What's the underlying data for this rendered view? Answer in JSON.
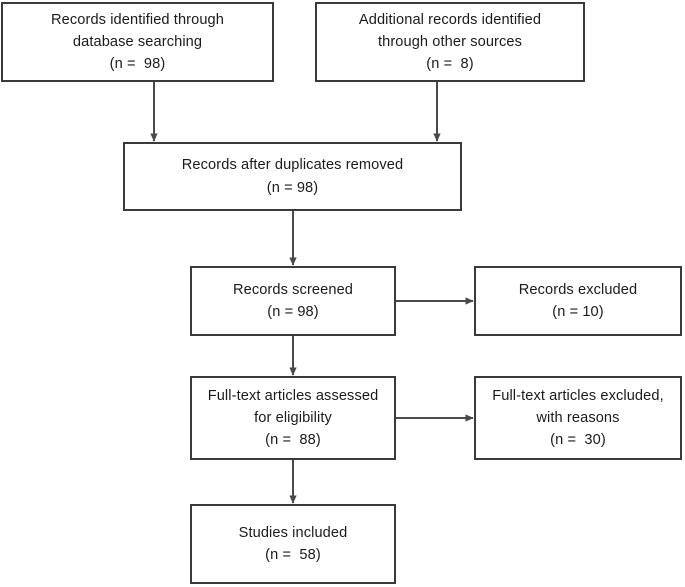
{
  "diagram": {
    "type": "prisma-flow-diagram",
    "title": "",
    "colors": {
      "box_border": "#3a3a3a",
      "box_fill": "#ffffff",
      "connector": "#4a4a4a",
      "text": "#1b1b1b",
      "background": "#ffffff"
    },
    "nodes": [
      {
        "id": "db-search",
        "name": "records-identified-database-searching-box",
        "lines": [
          "Records identified through",
          "database searching",
          "(n =  98)"
        ],
        "count": 98
      },
      {
        "id": "other-sources",
        "name": "additional-records-other-sources-box",
        "lines": [
          "Additional records identified",
          "through other sources",
          "(n =  8)"
        ],
        "count": 8
      },
      {
        "id": "dedup",
        "name": "records-after-duplicates-removed-box",
        "lines": [
          "Records after duplicates removed",
          "(n = 98)"
        ],
        "count": 98
      },
      {
        "id": "screened",
        "name": "records-screened-box",
        "lines": [
          "Records screened",
          "(n = 98)"
        ],
        "count": 98
      },
      {
        "id": "rec-excluded",
        "name": "records-excluded-box",
        "lines": [
          "Records excluded",
          "(n = 10)"
        ],
        "count": 10
      },
      {
        "id": "fulltext",
        "name": "full-text-articles-assessed-box",
        "lines": [
          "Full-text articles assessed",
          "for eligibility",
          "(n =  88)"
        ],
        "count": 88
      },
      {
        "id": "ft-excluded",
        "name": "full-text-articles-excluded-box",
        "lines": [
          "Full-text articles excluded,",
          "with reasons",
          "(n =  30)"
        ],
        "count": 30
      },
      {
        "id": "included",
        "name": "studies-included-box",
        "lines": [
          "Studies included",
          "(n =  58)"
        ],
        "count": 58
      }
    ],
    "connectors": [
      {
        "name": "arrow-db-search-to-dedup",
        "from": "db-search",
        "to": "dedup",
        "direction": "down"
      },
      {
        "name": "arrow-other-sources-to-dedup",
        "from": "other-sources",
        "to": "dedup",
        "direction": "down"
      },
      {
        "name": "arrow-dedup-to-screened",
        "from": "dedup",
        "to": "screened",
        "direction": "down"
      },
      {
        "name": "arrow-screened-to-rec-excluded",
        "from": "screened",
        "to": "rec-excluded",
        "direction": "right"
      },
      {
        "name": "arrow-screened-to-fulltext",
        "from": "screened",
        "to": "fulltext",
        "direction": "down"
      },
      {
        "name": "arrow-fulltext-to-ft-excluded",
        "from": "fulltext",
        "to": "ft-excluded",
        "direction": "right"
      },
      {
        "name": "arrow-fulltext-to-included",
        "from": "fulltext",
        "to": "included",
        "direction": "down"
      }
    ]
  }
}
